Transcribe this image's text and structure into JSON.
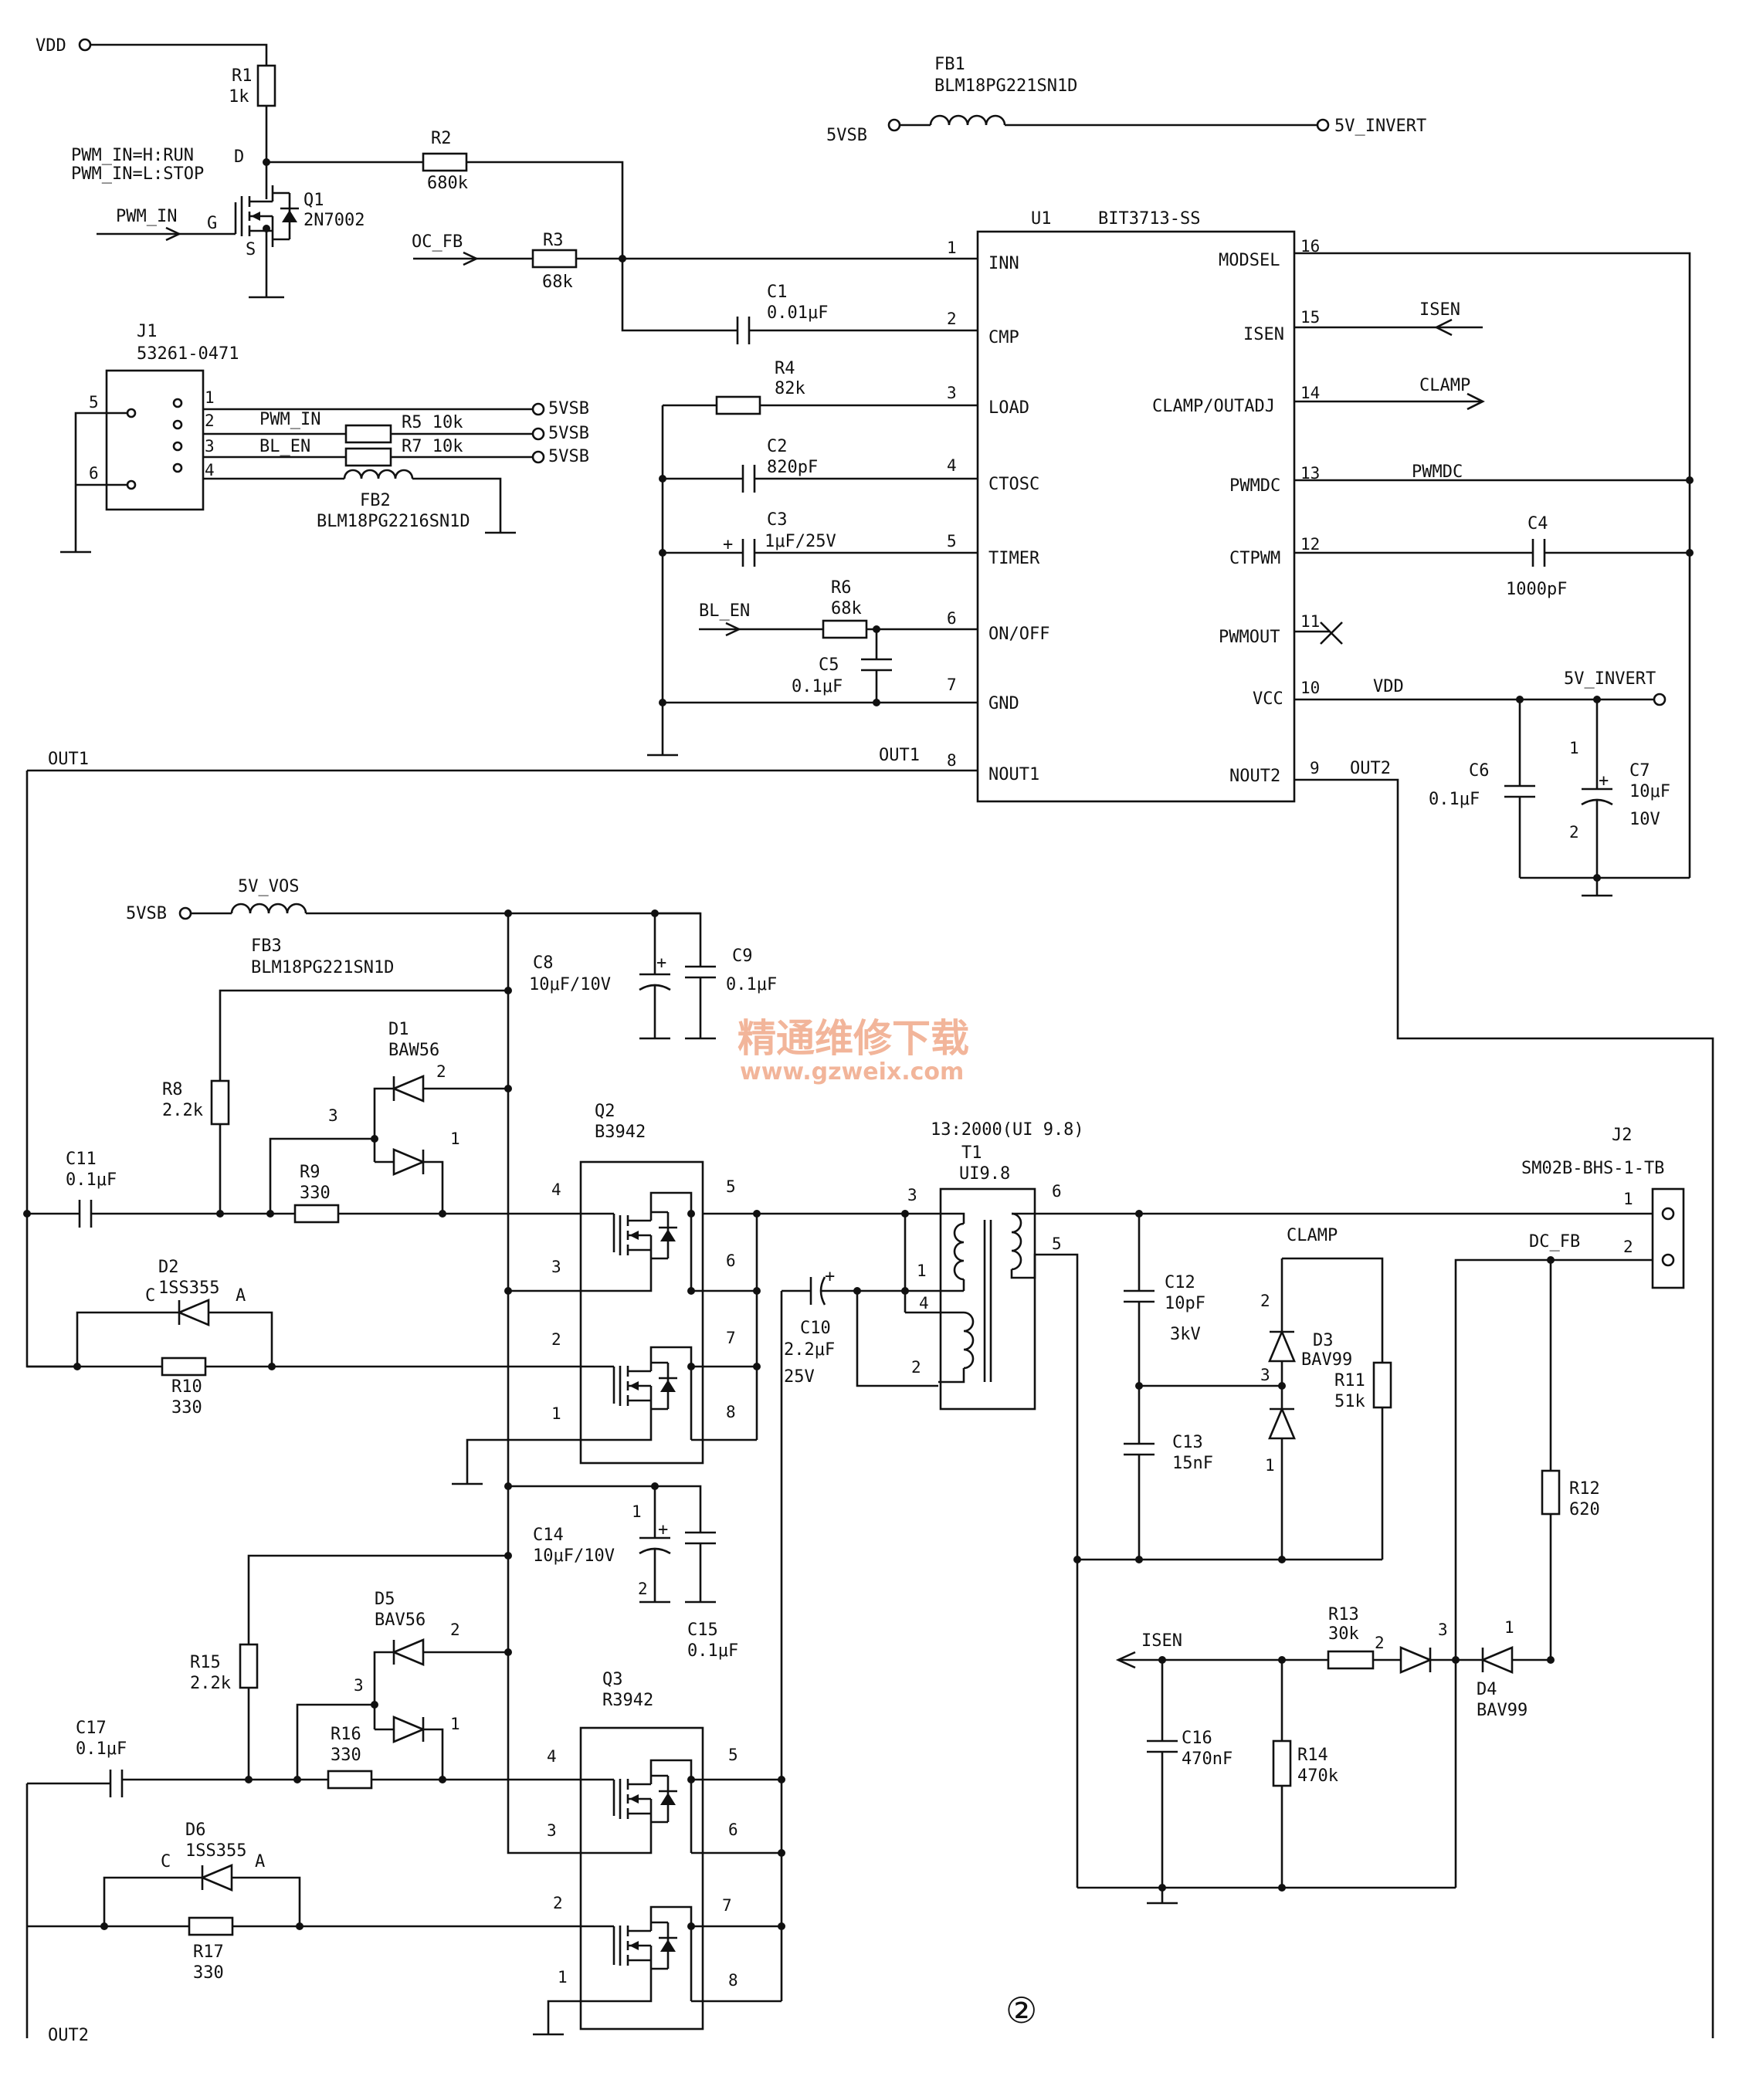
{
  "labels": {
    "vdd_in": "VDD",
    "r1_ref": "R1",
    "r1_val": "1k",
    "pwm_run": "PWM_IN=H:RUN",
    "pwm_stop": "PWM_IN=L:STOP",
    "pwm_in": "PWM_IN",
    "q1_d": "D",
    "q1_g": "G",
    "q1_s": "S",
    "q1_ref": "Q1",
    "q1_val": "2N7002",
    "r2_ref": "R2",
    "r2_val": "680k",
    "oc_fb": "OC_FB",
    "r3_ref": "R3",
    "r3_val": "68k",
    "fb1_ref": "FB1",
    "fb1_val": "BLM18PG221SN1D",
    "fivevsb": "5VSB",
    "fivev_invert": "5V_INVERT",
    "u1_ref": "U1",
    "u1_val": "BIT3713-SS",
    "c1_ref": "C1",
    "c1_val": "0.01μF",
    "r4_ref": "R4",
    "r4_val": "82k",
    "c2_ref": "C2",
    "c2_val": "820pF",
    "c3_ref": "C3",
    "c3_val": "1μF/25V",
    "bl_en": "BL_EN",
    "r6_ref": "R6",
    "r6_val": "68k",
    "c5_ref": "C5",
    "c5_val": "0.1μF",
    "j1_ref": "J1",
    "j1_val": "53261-0471",
    "j1_p1": "1",
    "j1_p2": "2",
    "j1_p3": "3",
    "j1_p4": "4",
    "j1_p5": "5",
    "j1_p6": "6",
    "j1_pwm": "PWM_IN",
    "j1_blen": "BL_EN",
    "r5": "R5  10k",
    "r7": "R7  10k",
    "vsb1": "5VSB",
    "vsb2": "5VSB",
    "vsb3": "5VSB",
    "fb2_ref": "FB2",
    "fb2_val": "BLM18PG2216SN1D",
    "u1_p1": "1",
    "u1_p2": "2",
    "u1_p3": "3",
    "u1_p4": "4",
    "u1_p5": "5",
    "u1_p6": "6",
    "u1_p7": "7",
    "u1_p8": "8",
    "u1_p9": "9",
    "u1_p10": "10",
    "u1_p11": "11",
    "u1_p12": "12",
    "u1_p13": "13",
    "u1_p14": "14",
    "u1_p15": "15",
    "u1_p16": "16",
    "inn": "INN",
    "cmp": "CMP",
    "load": "LOAD",
    "ctosc": "CTOSC",
    "timer": "TIMER",
    "onoff": "ON/OFF",
    "gnd": "GND",
    "nout1": "NOUT1",
    "modsel": "MODSEL",
    "isen": "ISEN",
    "clamp_outadj": "CLAMP/OUTADJ",
    "pwmdc": "PWMDC",
    "ctpwm": "CTPWM",
    "pwmout": "PWMOUT",
    "vcc": "VCC",
    "nout2": "NOUT2",
    "isen_arrow": "ISEN",
    "clamp_arrow": "CLAMP",
    "pwmdc_net": "PWMDC",
    "c4_ref": "C4",
    "c4_val": "1000pF",
    "vdd_net": "VDD",
    "fivev_invert2": "5V_INVERT",
    "out1_a": "OUT1",
    "out1_b": "OUT1",
    "out2_a": "OUT2",
    "out2_b": "OUT2",
    "c6_ref": "C6",
    "c6_val": "0.1μF",
    "c7_ref": "C7",
    "c7_val": "10μF",
    "c7_v": "10V",
    "c7_p1": "1",
    "c7_p2": "2",
    "vos": "5V_VOS",
    "vsb4": "5VSB",
    "fb3_ref": "FB3",
    "fb3_val": "BLM18PG221SN1D",
    "c8_ref": "C8",
    "c8_val": "10μF/10V",
    "c9_ref": "C9",
    "c9_val": "0.1μF",
    "wm_cn": "精通维修下载",
    "wm_url": "www.gzweix.com",
    "d1_ref": "D1",
    "d1_val": "BAW56",
    "d1_p1": "1",
    "d1_p2": "2",
    "d1_p3": "3",
    "r8_ref": "R8",
    "r8_val": "2.2k",
    "q2_ref": "Q2",
    "q2_val": "B3942",
    "q2_p1": "1",
    "q2_p2": "2",
    "q2_p3": "3",
    "q2_p4": "4",
    "q2_p5": "5",
    "q2_p6": "6",
    "q2_p7": "7",
    "q2_p8": "8",
    "t1_ratio": "13:2000(UI 9.8)",
    "t1_ref": "T1",
    "t1_val": "UI9.8",
    "t1_p1": "1",
    "t1_p2": "2",
    "t1_p3": "3",
    "t1_p4": "4",
    "t1_p5": "5",
    "t1_p6": "6",
    "j2_ref": "J2",
    "j2_val": "SM02B-BHS-1-TB",
    "j2_p1": "1",
    "j2_p2": "2",
    "c11_ref": "C11",
    "c11_val": "0.1μF",
    "r9_ref": "R9",
    "r9_val": "330",
    "d2_ref": "D2",
    "d2_val": "1SS355",
    "d2_c": "C",
    "d2_a": "A",
    "r10_ref": "R10",
    "r10_val": "330",
    "c10_ref": "C10",
    "c10_val": "2.2μF",
    "c10_v": "25V",
    "c12_ref": "C12",
    "c12_val": "10pF",
    "c12_v": "3kV",
    "clamp_net": "CLAMP",
    "d3_ref": "D3",
    "d3_val": "BAV99",
    "d3_p1": "1",
    "d3_p2": "2",
    "d3_p3": "3",
    "r11_ref": "R11",
    "r11_val": "51k",
    "c13_ref": "C13",
    "c13_val": "15nF",
    "dc_fb": "DC_FB",
    "r12_ref": "R12",
    "r12_val": "620",
    "c14_ref": "C14",
    "c14_val": "10μF/10V",
    "c14_p1": "1",
    "c14_p2": "2",
    "c15_ref": "C15",
    "c15_val": "0.1μF",
    "d5_ref": "D5",
    "d5_val": "BAV56",
    "d5_p1": "1",
    "d5_p2": "2",
    "d5_p3": "3",
    "r15_ref": "R15",
    "r15_val": "2.2k",
    "r13_ref": "R13",
    "r13_val": "30k",
    "isen_net": "ISEN",
    "d4_ref": "D4",
    "d4_val": "BAV99",
    "d4_p1": "1",
    "d4_p2": "2",
    "d4_p3": "3",
    "q3_ref": "Q3",
    "q3_val": "R3942",
    "q3_p1": "1",
    "q3_p2": "2",
    "q3_p3": "3",
    "q3_p4": "4",
    "q3_p5": "5",
    "q3_p6": "6",
    "q3_p7": "7",
    "q3_p8": "8",
    "c17_ref": "C17",
    "c17_val": "0.1μF",
    "r16_ref": "R16",
    "r16_val": "330",
    "c16_ref": "C16",
    "c16_val": "470nF",
    "r14_ref": "R14",
    "r14_val": "470k",
    "d6_ref": "D6",
    "d6_val": "1SS355",
    "d6_c": "C",
    "d6_a": "A",
    "r17_ref": "R17",
    "r17_val": "330",
    "fig_num": "②"
  }
}
